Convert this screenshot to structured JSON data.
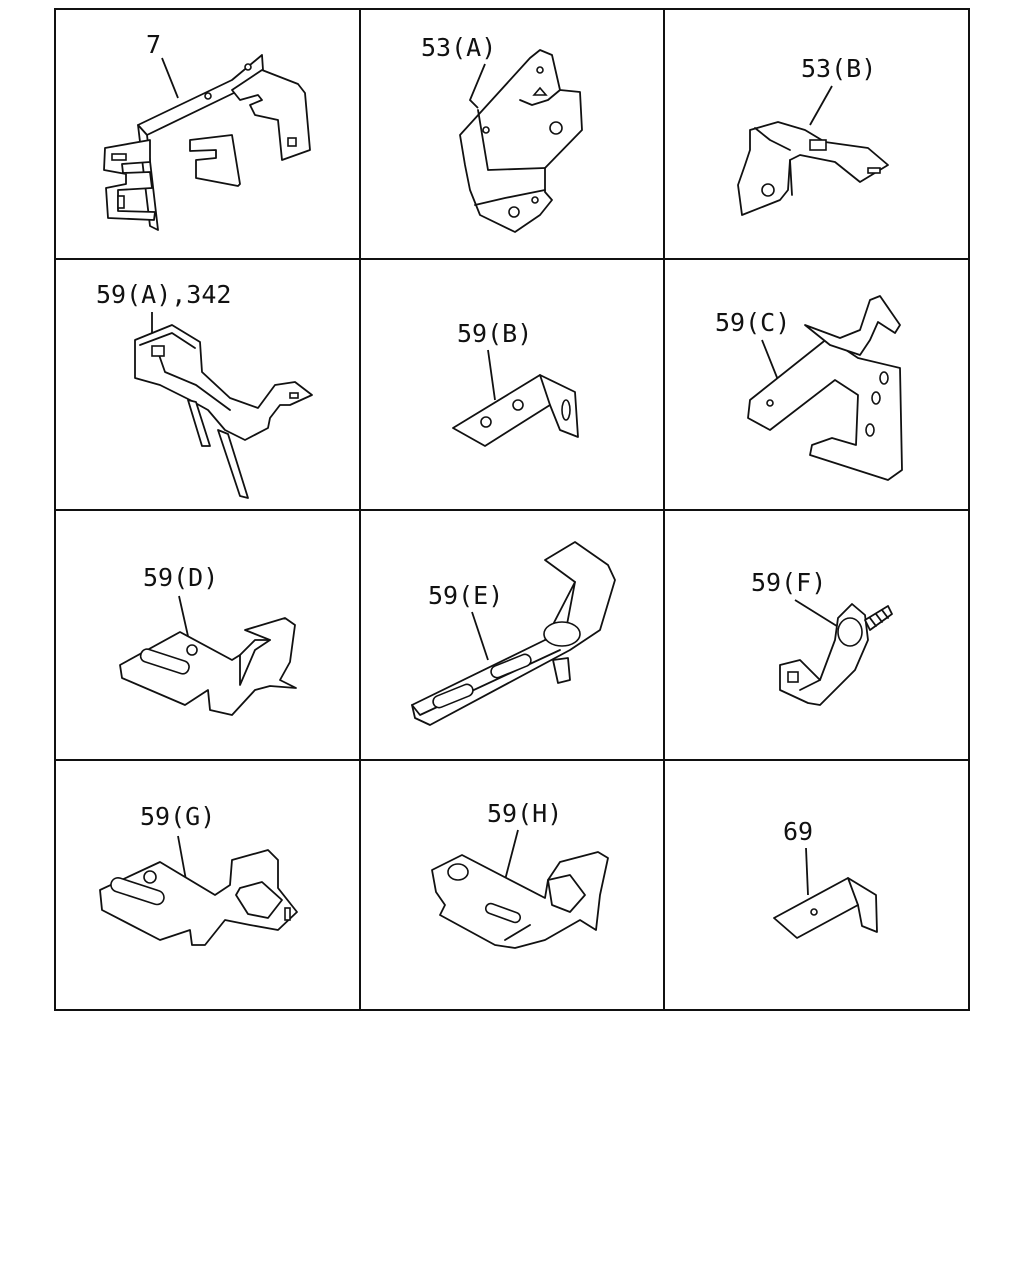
{
  "diagram": {
    "cells": [
      {
        "id": "p7",
        "callout": "7"
      },
      {
        "id": "p53a",
        "callout": "53(A)"
      },
      {
        "id": "p53b",
        "callout": "53(B)"
      },
      {
        "id": "p59a",
        "callout": "59(A),342"
      },
      {
        "id": "p59b",
        "callout": "59(B)"
      },
      {
        "id": "p59c",
        "callout": "59(C)"
      },
      {
        "id": "p59d",
        "callout": "59(D)"
      },
      {
        "id": "p59e",
        "callout": "59(E)"
      },
      {
        "id": "p59f",
        "callout": "59(F)"
      },
      {
        "id": "p59g",
        "callout": "59(G)"
      },
      {
        "id": "p59h",
        "callout": "59(H)"
      },
      {
        "id": "p69",
        "callout": "69"
      }
    ]
  },
  "colors": {
    "line": "#111111",
    "background": "#ffffff"
  }
}
